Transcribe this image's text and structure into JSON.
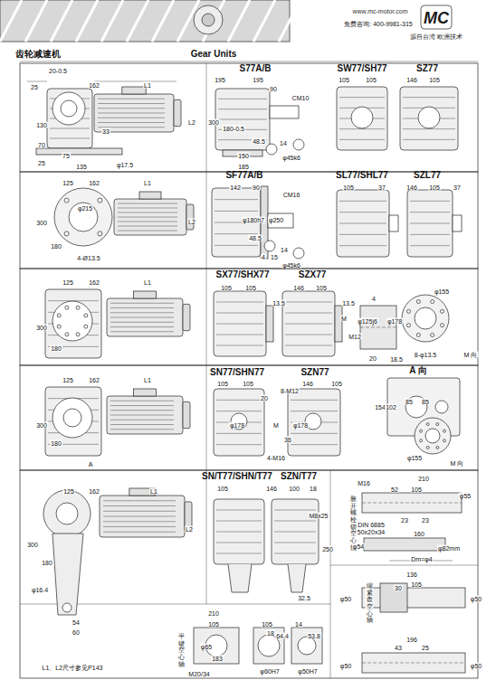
{
  "diagram": {
    "labels": [
      "www.mc-motor.com",
      "免费咨询: 400-9981-315",
      "源自台湾 欧洲技术",
      "MC",
      "齿轮减速机",
      "Gear Units",
      "25",
      "20-0.5",
      "162",
      "L1",
      "130",
      "70",
      "25",
      "33",
      "75",
      "135",
      "φ17.5",
      "L2",
      "S77A/B",
      "195",
      "195",
      "90",
      "CM10",
      "300",
      "180-0.5",
      "48.5",
      "14",
      "150",
      "185",
      "φ45k6",
      "SW77/SH77",
      "105",
      "105",
      "SZ77",
      "146",
      "105",
      "125",
      "162",
      "L1",
      "300",
      "180",
      "4-Ø13.5",
      "φ215",
      "L2",
      "SF77A/B",
      "142",
      "90",
      "CM16",
      "φ180h7",
      "φ250",
      "4",
      "15",
      "48.5",
      "14",
      "φ45k6",
      "SL77/SHL77",
      "105",
      "37",
      "SZL77",
      "146",
      "105",
      "37",
      "125",
      "162",
      "L1",
      "300",
      "180",
      "SX77/SHX77",
      "SZX77",
      "105",
      "105",
      "13.5",
      "146",
      "105",
      "13.5",
      "4",
      "φ125j6",
      "φ178",
      "M12",
      "M",
      "20",
      "18.5",
      "8-φ13.5",
      "φ155",
      "M 向",
      "125",
      "162",
      "L1",
      "300",
      "180",
      "A",
      "SN77/SHN77",
      "SZN77",
      "105",
      "105",
      "146",
      "105",
      "20",
      "8-M12",
      "φ178",
      "φ178",
      "M",
      "36",
      "4-M16",
      "A 向",
      "154",
      "102",
      "85",
      "85",
      "φ155",
      "M 向",
      "SN/T77/SHN/T77",
      "SZN/T77",
      "125",
      "162",
      "L1",
      "105",
      "146",
      "100",
      "18",
      "M8x25",
      "250",
      "32.5",
      "L2",
      "300",
      "180",
      "φ16.4",
      "54",
      "60",
      "210",
      "105",
      "183",
      "M20/34",
      "φ65",
      "105",
      "18",
      "64.4",
      "φ60H7",
      "14",
      "53.8",
      "φ50H7",
      "平键空心轴",
      "L1、L2尺寸参见P143",
      "M16",
      "210",
      "52",
      "105",
      "23",
      "23",
      "φ55",
      "胀开螺栓锁空心轴",
      "DIN 6885",
      "50x20x34",
      "160",
      "φ54",
      "φ82mm",
      "Dm=φ4",
      "136",
      "105",
      "30",
      "φ50",
      "φ50",
      "缩紧盘空心轴",
      "196",
      "43",
      "25",
      "φ50",
      "φ50"
    ]
  }
}
